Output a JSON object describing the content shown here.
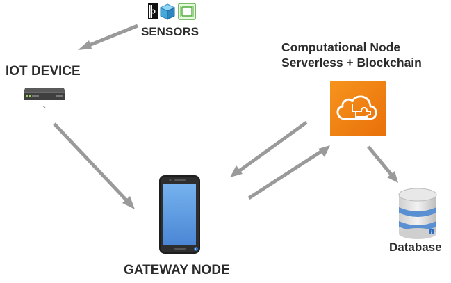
{
  "labels": {
    "sensors": "SENSORS",
    "iot_device": "IOT DEVICE",
    "computational_line1": "Computational Node",
    "computational_line2": "Serverless + Blockchain",
    "gateway": "GATEWAY NODE",
    "database": "Database"
  },
  "icons": {
    "sensors": [
      "barcode-sensor-icon",
      "cube-sensor-icon",
      "chip-sensor-icon"
    ],
    "iot_device": "server-box-icon",
    "computational_node": "cloud-puzzle-icon",
    "gateway": "smartphone-icon",
    "database": "database-cylinder-icon"
  },
  "colors": {
    "arrow": "#9a9a9a",
    "cloud_tile": "#f07f12",
    "phone_screen": "#5a9be0",
    "db_band": "#5a8fd1"
  }
}
